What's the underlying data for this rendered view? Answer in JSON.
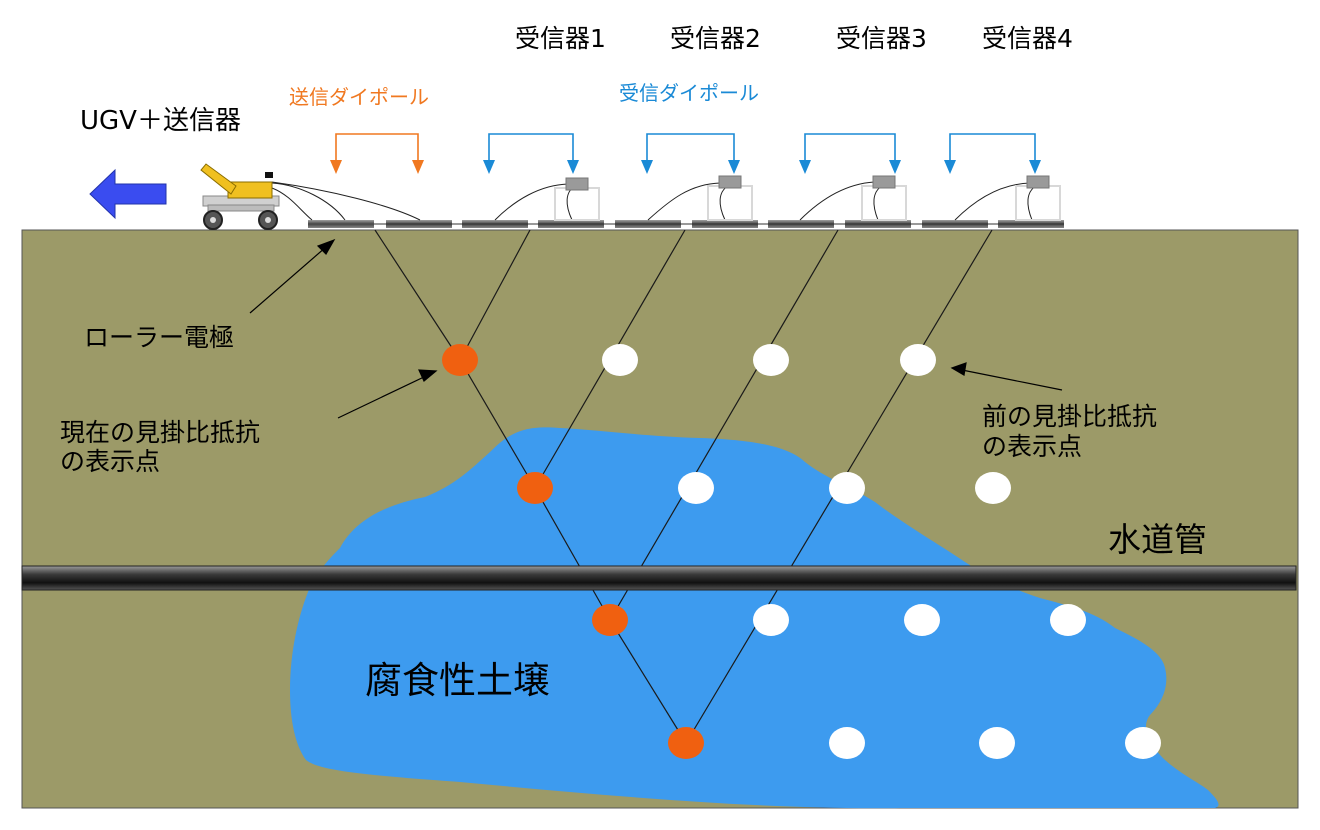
{
  "labels": {
    "receivers": [
      "受信器1",
      "受信器2",
      "受信器3",
      "受信器4"
    ],
    "vehicle": "UGV＋送信器",
    "transmit_dipole": "送信ダイポール",
    "receive_dipole": "受信ダイポール",
    "roller_electrode": "ローラー電極",
    "current_point": [
      "現在の見掛比抵抗",
      "の表示点"
    ],
    "previous_point": [
      "前の見掛比抵抗",
      "の表示点"
    ],
    "water_pipe": "水道管",
    "corrosive_soil": "腐食性土壌"
  },
  "colors": {
    "soil": "#9c9a68",
    "corrosive_soil": "#3d9bef",
    "current_point": "#f06010",
    "previous_point": "#ffffff",
    "transmit_arrow": "#f07820",
    "receive_arrow": "#1a8ad6",
    "direction_arrow": "#3a4cf0",
    "pipe": "#2a2a2a"
  }
}
